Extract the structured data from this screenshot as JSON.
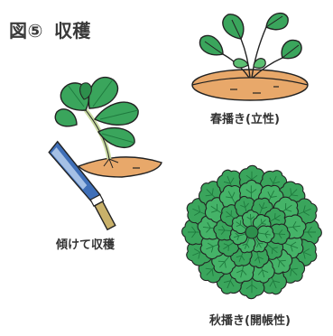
{
  "figure": {
    "number": "図⑤",
    "title": "収穫"
  },
  "labels": {
    "spring_sowing": "春播き(立性)",
    "harvest_method": "傾けて収穫",
    "autumn_sowing": "秋播き(開帳性)"
  },
  "colors": {
    "leaf": "#3aa55c",
    "leaf_dark": "#1f7a3e",
    "soil": "#e8a86a",
    "stem": "#c9dba2",
    "knife_blade": "#3f6fb8",
    "knife_handle": "#c9b16a",
    "outline": "#222222"
  },
  "illustrations": [
    {
      "name": "spring-plant",
      "description_icon": "upright-spinach-icon"
    },
    {
      "name": "harvest-knife",
      "description_icon": "knife-icon"
    },
    {
      "name": "autumn-rosette",
      "description_icon": "rosette-spinach-icon"
    }
  ]
}
